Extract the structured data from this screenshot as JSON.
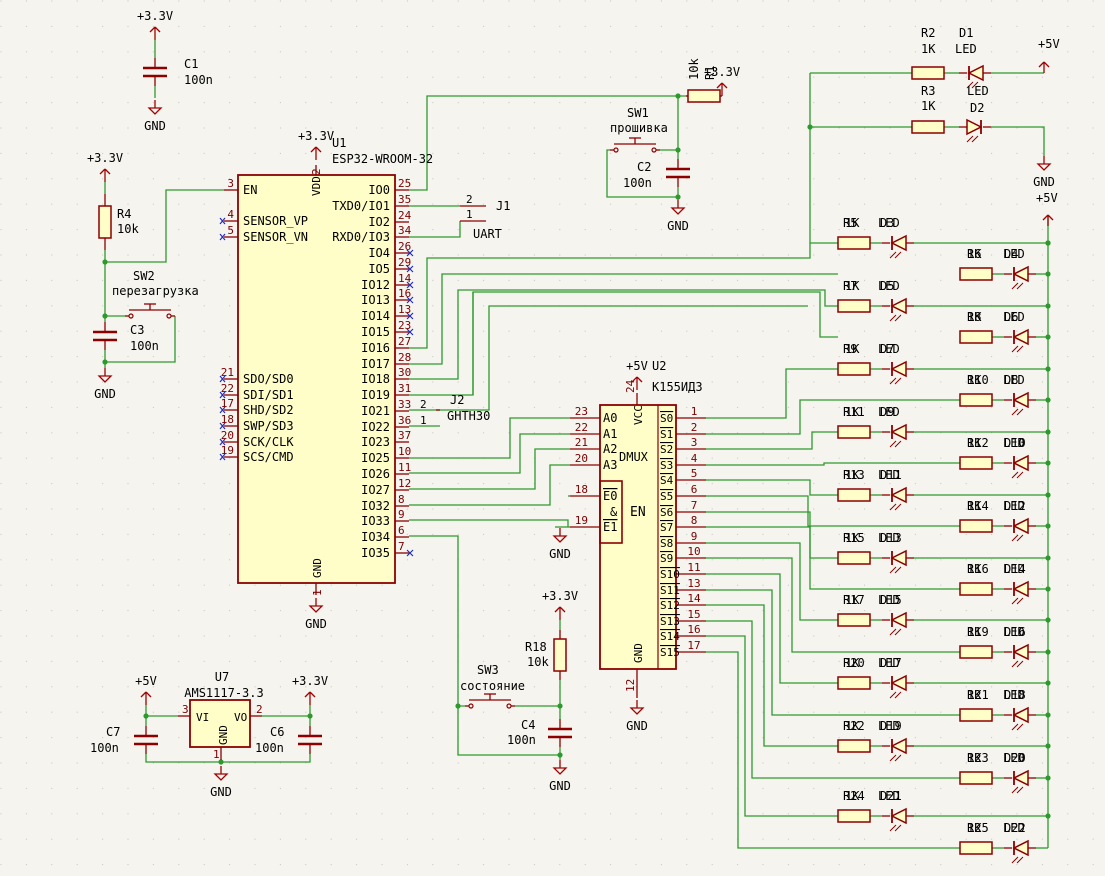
{
  "colors": {
    "wire": "#2e9a2e",
    "body": "#fffdc8",
    "outline": "#8c0000",
    "power": "#a00000",
    "text": "#000000"
  },
  "power_labels": {
    "v33": "+3.3V",
    "v5": "+5V",
    "gnd": "GND"
  },
  "u1": {
    "ref": "U1",
    "value": "ESP32-WROOM-32",
    "pins_left": [
      {
        "num": "3",
        "name": "EN"
      },
      {
        "num": "4",
        "name": "SENSOR_VP"
      },
      {
        "num": "5",
        "name": "SENSOR_VN"
      },
      {
        "num": "21",
        "name": "SDO/SD0"
      },
      {
        "num": "22",
        "name": "SDI/SD1"
      },
      {
        "num": "17",
        "name": "SHD/SD2"
      },
      {
        "num": "18",
        "name": "SWP/SD3"
      },
      {
        "num": "20",
        "name": "SCK/CLK"
      },
      {
        "num": "19",
        "name": "SCS/CMD"
      }
    ],
    "pins_right": [
      {
        "num": "25",
        "name": "IO0"
      },
      {
        "num": "35",
        "name": "TXD0/IO1"
      },
      {
        "num": "24",
        "name": "IO2"
      },
      {
        "num": "34",
        "name": "RXD0/IO3"
      },
      {
        "num": "26",
        "name": "IO4"
      },
      {
        "num": "29",
        "name": "IO5"
      },
      {
        "num": "14",
        "name": "IO12"
      },
      {
        "num": "16",
        "name": "IO13"
      },
      {
        "num": "13",
        "name": "IO14"
      },
      {
        "num": "23",
        "name": "IO15"
      },
      {
        "num": "27",
        "name": "IO16"
      },
      {
        "num": "28",
        "name": "IO17"
      },
      {
        "num": "30",
        "name": "IO18"
      },
      {
        "num": "31",
        "name": "IO19"
      },
      {
        "num": "33",
        "name": "IO21"
      },
      {
        "num": "36",
        "name": "IO22"
      },
      {
        "num": "37",
        "name": "IO23"
      },
      {
        "num": "10",
        "name": "IO25"
      },
      {
        "num": "11",
        "name": "IO26"
      },
      {
        "num": "12",
        "name": "IO27"
      },
      {
        "num": "8",
        "name": "IO32"
      },
      {
        "num": "9",
        "name": "IO33"
      },
      {
        "num": "6",
        "name": "IO34"
      },
      {
        "num": "7",
        "name": "IO35"
      }
    ],
    "vdd": {
      "num": "2",
      "name": "VDD"
    },
    "gnd": {
      "num": "1",
      "name": "GND"
    }
  },
  "u2": {
    "ref": "U2",
    "value": "К155ИД3",
    "block": "DMUX",
    "en": "EN",
    "amp": "&",
    "addr": [
      {
        "num": "23",
        "name": "A0"
      },
      {
        "num": "22",
        "name": "A1"
      },
      {
        "num": "21",
        "name": "A2"
      },
      {
        "num": "20",
        "name": "A3"
      }
    ],
    "enable": [
      {
        "num": "18",
        "name": "E0"
      },
      {
        "num": "19",
        "name": "E1"
      }
    ],
    "outputs": [
      {
        "num": "1",
        "name": "S0"
      },
      {
        "num": "2",
        "name": "S1"
      },
      {
        "num": "3",
        "name": "S2"
      },
      {
        "num": "4",
        "name": "S3"
      },
      {
        "num": "5",
        "name": "S4"
      },
      {
        "num": "6",
        "name": "S5"
      },
      {
        "num": "7",
        "name": "S6"
      },
      {
        "num": "8",
        "name": "S7"
      },
      {
        "num": "9",
        "name": "S8"
      },
      {
        "num": "10",
        "name": "S9"
      },
      {
        "num": "11",
        "name": "S10"
      },
      {
        "num": "13",
        "name": "S11"
      },
      {
        "num": "14",
        "name": "S12"
      },
      {
        "num": "15",
        "name": "S13"
      },
      {
        "num": "16",
        "name": "S14"
      },
      {
        "num": "17",
        "name": "S15"
      }
    ],
    "vcc": {
      "num": "24",
      "name": "VCC"
    },
    "gnd": {
      "num": "12",
      "name": "GND"
    }
  },
  "u7": {
    "ref": "U7",
    "value": "AMS1117-3.3",
    "vi": "VI",
    "vo": "VO",
    "gnd": "GND",
    "pin_in": "3",
    "pin_out": "2",
    "pin_gnd": "1"
  },
  "caps": {
    "c1": {
      "ref": "C1",
      "value": "100n"
    },
    "c2": {
      "ref": "C2",
      "value": "100n"
    },
    "c3": {
      "ref": "C3",
      "value": "100n"
    },
    "c4": {
      "ref": "C4",
      "value": "100n"
    },
    "c6": {
      "ref": "C6",
      "value": "100n"
    },
    "c7": {
      "ref": "C7",
      "value": "100n"
    }
  },
  "resistors": {
    "r1": {
      "ref": "R1",
      "value": "10k"
    },
    "r4": {
      "ref": "R4",
      "value": "10k"
    },
    "r18": {
      "ref": "R18",
      "value": "10k"
    }
  },
  "switches": {
    "sw1": {
      "ref": "SW1",
      "value": "прошивка"
    },
    "sw2": {
      "ref": "SW2",
      "value": "перезагрузка"
    },
    "sw3": {
      "ref": "SW3",
      "value": "состояние"
    }
  },
  "connectors": {
    "j1": {
      "ref": "J1",
      "value": "UART",
      "pin1": "1",
      "pin2": "2"
    },
    "j2": {
      "ref": "J2",
      "value": "GHTH30",
      "pin1": "1",
      "pin2": "2"
    }
  },
  "led_value": "LED",
  "res_value": "1K",
  "top_leds": [
    {
      "r": "R2",
      "d": "D1"
    },
    {
      "r": "R3",
      "d": "D2"
    }
  ],
  "left_leds": [
    {
      "r": "R5",
      "d": "D3"
    },
    {
      "r": "R7",
      "d": "D5"
    },
    {
      "r": "R9",
      "d": "D7"
    },
    {
      "r": "R11",
      "d": "D9"
    },
    {
      "r": "R13",
      "d": "D11"
    },
    {
      "r": "R15",
      "d": "D13"
    },
    {
      "r": "R17",
      "d": "D15"
    },
    {
      "r": "R20",
      "d": "D17"
    },
    {
      "r": "R22",
      "d": "D19"
    },
    {
      "r": "R24",
      "d": "D21"
    }
  ],
  "right_leds": [
    {
      "r": "R6",
      "d": "D4"
    },
    {
      "r": "R8",
      "d": "D6"
    },
    {
      "r": "R10",
      "d": "D8"
    },
    {
      "r": "R12",
      "d": "D10"
    },
    {
      "r": "R14",
      "d": "D12"
    },
    {
      "r": "R16",
      "d": "D14"
    },
    {
      "r": "R19",
      "d": "D16"
    },
    {
      "r": "R21",
      "d": "D18"
    },
    {
      "r": "R23",
      "d": "D20"
    },
    {
      "r": "R25",
      "d": "D22"
    }
  ]
}
